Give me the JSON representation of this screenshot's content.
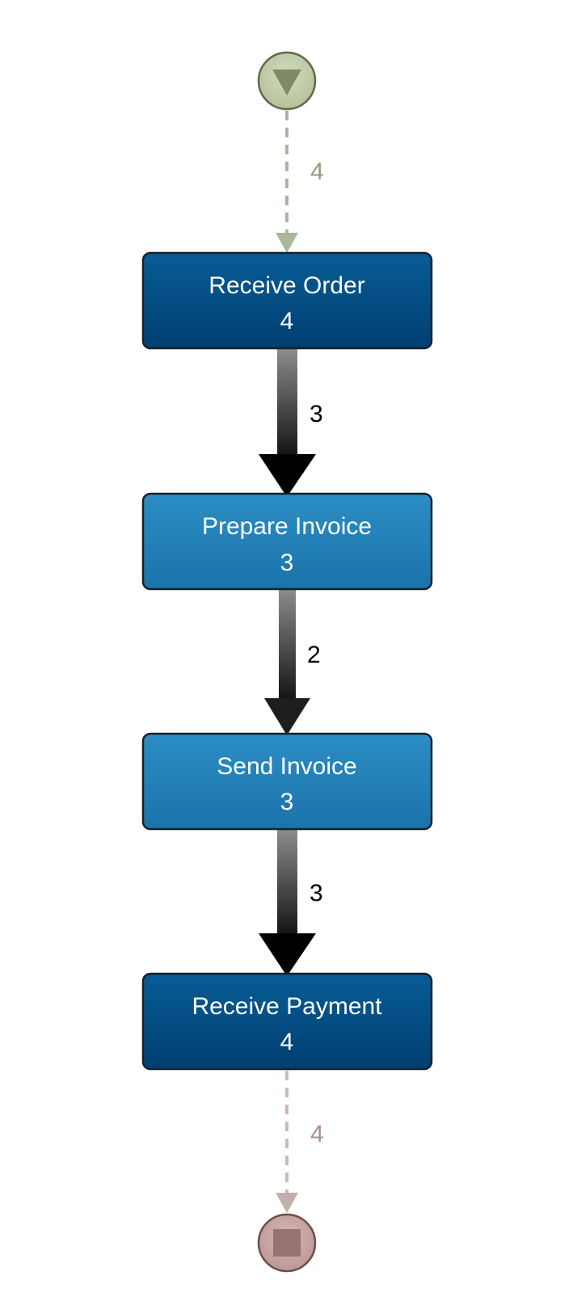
{
  "start_flow": {
    "count": "4",
    "color": "#a8b898"
  },
  "activities": [
    {
      "name": "Receive Order",
      "count": "4"
    },
    {
      "name": "Prepare Invoice",
      "count": "3"
    },
    {
      "name": "Send Invoice",
      "count": "3"
    },
    {
      "name": "Receive Payment",
      "count": "4"
    }
  ],
  "flows": [
    {
      "from": "Receive Order",
      "to": "Prepare Invoice",
      "count": "3"
    },
    {
      "from": "Prepare Invoice",
      "to": "Send Invoice",
      "count": "2"
    },
    {
      "from": "Send Invoice",
      "to": "Receive Payment",
      "count": "3"
    }
  ],
  "end_flow": {
    "count": "4",
    "color": "#b09a96"
  },
  "colors": {
    "dark_activity": "#004b82",
    "light_activity": "#2381b8",
    "start_node": "#c2ceaa",
    "end_node": "#c8a7a5"
  },
  "icons": {
    "start": "triangle-down-icon",
    "end": "square-stop-icon"
  }
}
